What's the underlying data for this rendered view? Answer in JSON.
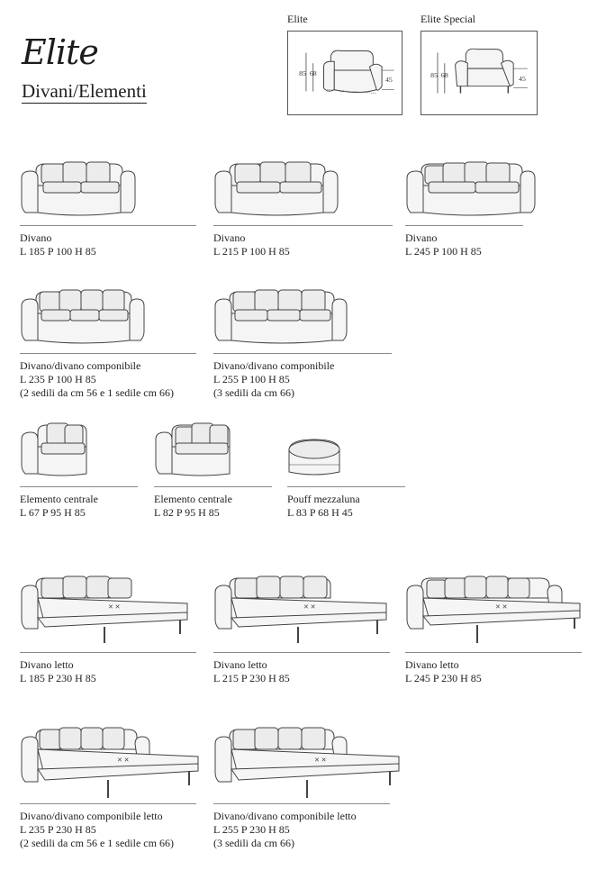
{
  "header": {
    "brand": "Elite",
    "subtitle": "Divani/Elementi"
  },
  "variants": [
    {
      "label": "Elite",
      "dims": {
        "h1": "85",
        "h2": "68",
        "seat": "45"
      }
    },
    {
      "label": "Elite Special",
      "dims": {
        "h1": "85",
        "h2": "68",
        "seat": "45"
      }
    }
  ],
  "items": [
    {
      "name": "Divano",
      "dims": "L 185 P 100 H 85",
      "note": ""
    },
    {
      "name": "Divano",
      "dims": "L 215 P 100 H 85",
      "note": ""
    },
    {
      "name": "Divano",
      "dims": "L 245 P 100 H 85",
      "note": ""
    },
    {
      "name": "Divano/divano componibile",
      "dims": "L 235 P 100 H 85",
      "note": "(2 sedili da cm 56 e 1 sedile cm 66)"
    },
    {
      "name": "Divano/divano componibile",
      "dims": "L 255 P 100 H 85",
      "note": "(3 sedili da cm 66)"
    },
    {
      "name": "Elemento centrale",
      "dims": "L 67 P 95 H 85",
      "note": ""
    },
    {
      "name": "Elemento centrale",
      "dims": "L 82 P 95 H 85",
      "note": ""
    },
    {
      "name": "Pouff mezzaluna",
      "dims": "L 83 P 68 H 45",
      "note": ""
    },
    {
      "name": "Divano letto",
      "dims": "L 185 P 230 H 85",
      "note": ""
    },
    {
      "name": "Divano letto",
      "dims": "L 215 P 230 H 85",
      "note": ""
    },
    {
      "name": "Divano letto",
      "dims": "L 245 P 230 H 85",
      "note": ""
    },
    {
      "name": "Divano/divano componibile letto",
      "dims": "L 235 P 230 H 85",
      "note": "(2 sedili da cm 56 e 1 sedile cm 66)"
    },
    {
      "name": "Divano/divano componibile letto",
      "dims": "L 255 P 230 H 85",
      "note": "(3 sedili da cm 66)"
    }
  ]
}
